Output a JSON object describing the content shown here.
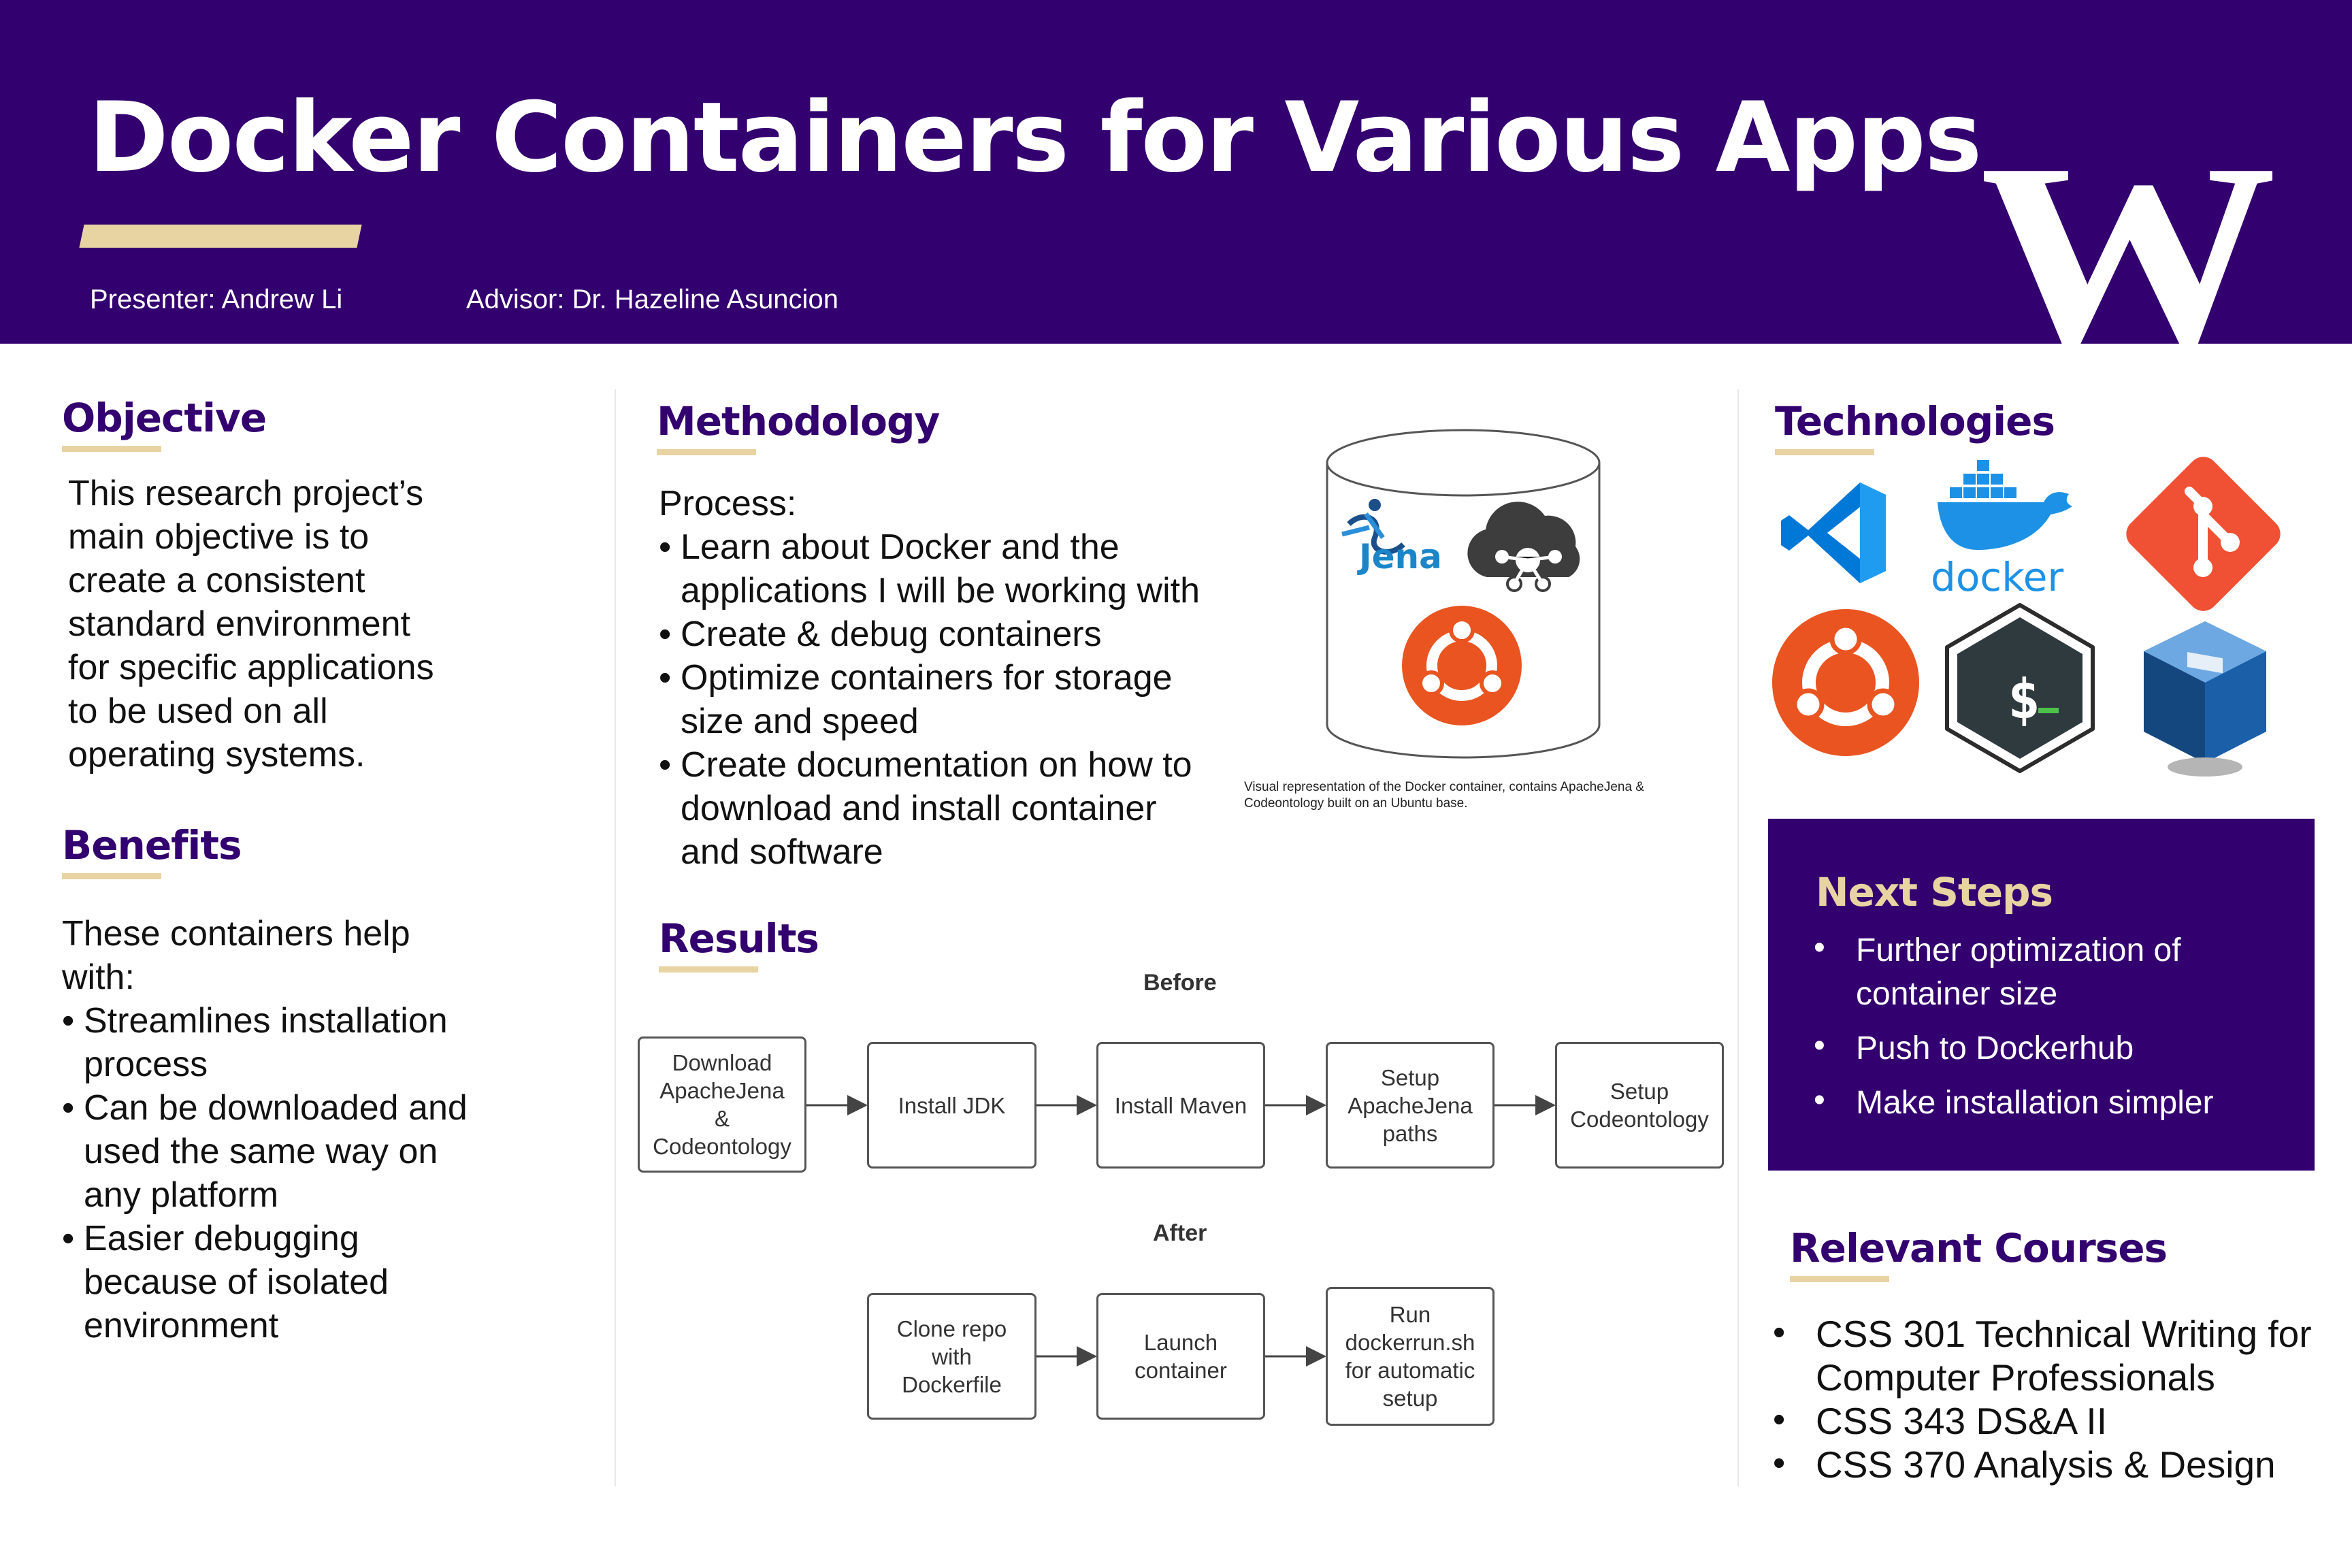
{
  "header": {
    "title": "Docker Containers for Various Apps",
    "presenter": "Presenter: Andrew Li",
    "advisor": "Advisor: Dr. Hazeline Asuncion",
    "logo_letter": "W"
  },
  "objective": {
    "heading": "Objective",
    "lines": [
      "This research project’s",
      "main objective is to",
      "create a consistent",
      "standard environment",
      "for specific applications",
      "to be used on all",
      "operating systems."
    ]
  },
  "benefits": {
    "heading": "Benefits",
    "intro_lines": [
      "These containers help",
      "with:"
    ],
    "items": [
      [
        "Streamlines installation",
        "process"
      ],
      [
        "Can be downloaded and",
        "used the same way on",
        "any platform"
      ],
      [
        "Easier debugging",
        "because of isolated",
        "environment"
      ]
    ]
  },
  "methodology": {
    "heading": "Methodology",
    "process_label": "Process:",
    "items": [
      [
        "Learn about Docker and the",
        "applications I will be working with"
      ],
      [
        "Create & debug containers"
      ],
      [
        "Optimize containers for storage",
        "size and speed"
      ],
      [
        "Create documentation on how to",
        "download and install container",
        "and software"
      ]
    ],
    "figure_jena_label": "Jena",
    "figure_caption": "Visual representation of the Docker container, contains ApacheJena & Codeontology built on an Ubuntu base."
  },
  "results": {
    "heading": "Results",
    "before_label": "Before",
    "after_label": "After",
    "before_steps": [
      [
        "Download",
        "ApacheJena",
        "&",
        "Codeontology"
      ],
      [
        "Install JDK"
      ],
      [
        "Install Maven"
      ],
      [
        "Setup",
        "ApacheJena",
        "paths"
      ],
      [
        "Setup",
        "Codeontology"
      ]
    ],
    "after_steps": [
      [
        "Clone repo",
        "with",
        "Dockerfile"
      ],
      [
        "Launch",
        "container"
      ],
      [
        "Run",
        "dockerrun.sh",
        "for automatic",
        "setup"
      ]
    ]
  },
  "technologies": {
    "heading": "Technologies",
    "icons": [
      "vscode-icon",
      "docker-icon",
      "git-icon",
      "ubuntu-icon",
      "bash-icon",
      "virtualbox-icon"
    ],
    "docker_wordmark": "docker"
  },
  "next_steps": {
    "heading": "Next Steps",
    "items": [
      [
        "Further optimization of",
        "container size"
      ],
      [
        "Push to Dockerhub"
      ],
      [
        "Make installation simpler"
      ]
    ]
  },
  "courses": {
    "heading": "Relevant Courses",
    "items": [
      [
        "CSS 301 Technical Writing for",
        "Computer Professionals"
      ],
      [
        "CSS 343 DS&A II"
      ],
      [
        "CSS 370 Analysis & Design"
      ]
    ]
  },
  "colors": {
    "uw_purple": "#33006f",
    "uw_gold": "#e8d3a2",
    "ubuntu_orange": "#e95420",
    "docker_blue": "#1d91e6",
    "git_red": "#f05033",
    "vscode_blue": "#0078d7"
  }
}
